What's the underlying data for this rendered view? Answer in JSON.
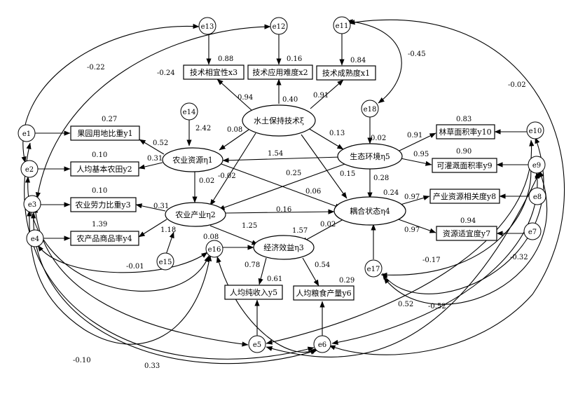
{
  "nodes": {
    "xi": "水土保持技术ξ",
    "x1": "技术成熟度x1",
    "x2": "技术应用难度x2",
    "x3": "技术相宜性x3",
    "eta1": "农业资源η1",
    "eta2": "农业产业η2",
    "eta3": "经济效益η3",
    "eta4": "耦合状态η4",
    "eta5": "生态环境η5",
    "y1": "果园用地比重y1",
    "y2": "人均基本农田y2",
    "y3": "农业劳力比重y3",
    "y4": "农产品商品率y4",
    "y5": "人均纯收入y5",
    "y6": "人均粮食产量y6",
    "y7": "资源适宜度y7",
    "y8": "产业资源相关度y8",
    "y9": "可灌溉面积率y9",
    "y10": "林草面积率y10",
    "e1": "e1",
    "e2": "e2",
    "e3": "e3",
    "e4": "e4",
    "e5": "e5",
    "e6": "e6",
    "e7": "e7",
    "e8": "e8",
    "e9": "e9",
    "e10": "e10",
    "e11": "e11",
    "e12": "e12",
    "e13": "e13",
    "e14": "e14",
    "e15": "e15",
    "e16": "e16",
    "e17": "e17",
    "e18": "e18"
  },
  "coefficients": {
    "x3_r2": "0.88",
    "x2_r2": "0.16",
    "x1_r2": "0.84",
    "xi_x3": "0.94",
    "xi_x2": "0.40",
    "xi_x1": "0.91",
    "e11_e10": "-0.45",
    "e14_eta1": "2.42",
    "xi_eta1": "0.08",
    "eta5_r2": "0.02",
    "xi_eta5": "0.13",
    "y1_r2": "0.27",
    "eta1_y1": "0.52",
    "y2_r2": "0.10",
    "eta1_y2": "0.31",
    "eta5_eta1": "1.54",
    "y10_r2": "0.83",
    "eta5_y10": "0.91",
    "y9_r2": "0.90",
    "eta5_y9": "0.95",
    "xi_eta2": "0.25",
    "xi_eta4": "0.15",
    "eta1_eta2": "0.02",
    "xi_eta2b": "-0.02",
    "eta1_eta4": "0.06",
    "eta5_eta4": "0.28",
    "eta4_r2": "0.24",
    "y3_r2": "0.10",
    "eta2_y3": "0.31",
    "eta2_eta4": "0.16",
    "y8_r2": "0.97",
    "y4_r2": "1.39",
    "eta2_y4": "1.18",
    "eta2_eta3": "1.25",
    "eta3_r2": "1.57",
    "eta4_eta3": "0.02",
    "y7_r2": "0.94",
    "eta4_y7": "0.97",
    "e16_r2": "0.08",
    "e4_e16": "-0.01",
    "e17_e9": "-0.17",
    "e17_e7": "-0.32",
    "eta3_y5": "0.78",
    "y5_r2": "0.61",
    "eta3_y6": "0.54",
    "y6_r2": "0.29",
    "e13_e2": "-0.22",
    "e12_e3": "-0.24",
    "e11_e6": "-0.02",
    "e10_e5": "0.52",
    "e9_e6": "-0.52",
    "e1_e6": "-0.10",
    "e3_e5": "0.33"
  }
}
